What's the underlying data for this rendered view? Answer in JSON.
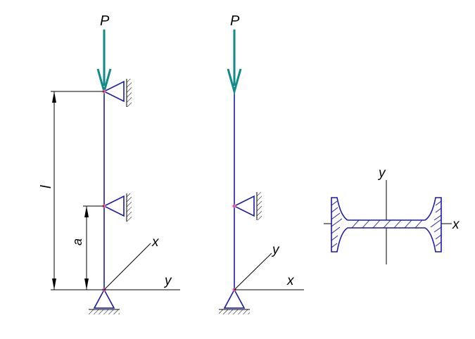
{
  "colors": {
    "column": "#1a1aa6",
    "load_arrow": "#138a8a",
    "node": "#e0609a",
    "line": "#000000"
  },
  "left_scheme": {
    "load_label": "P",
    "dim_length_label": "l",
    "dim_a_label": "a",
    "axis_x_label": "x",
    "axis_y_label": "y"
  },
  "middle_scheme": {
    "load_label": "P",
    "axis_x_label": "x",
    "axis_y_label": "y"
  },
  "section": {
    "axis_x_label": "x",
    "axis_y_label": "y"
  }
}
